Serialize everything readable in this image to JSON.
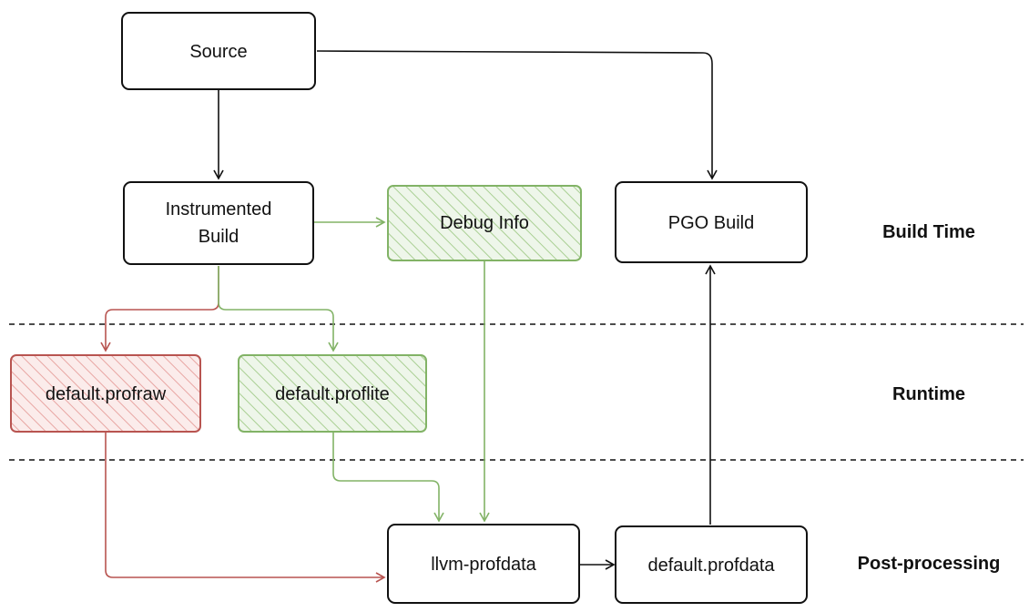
{
  "colors": {
    "black": "#111111",
    "green": "#82b366",
    "green_fill": "#d5e8d4",
    "red": "#b85450",
    "red_fill": "#f8cecc"
  },
  "nodes": {
    "source": "Source",
    "instrumented_build_line1": "Instrumented",
    "instrumented_build_line2": "Build",
    "debug_info": "Debug Info",
    "pgo_build": "PGO Build",
    "default_profraw": "default.profraw",
    "default_proflite": "default.proflite",
    "llvm_profdata": "llvm-profdata",
    "default_profdata": "default.profdata"
  },
  "lanes": {
    "build_time": "Build Time",
    "runtime": "Runtime",
    "post_processing": "Post-processing"
  }
}
